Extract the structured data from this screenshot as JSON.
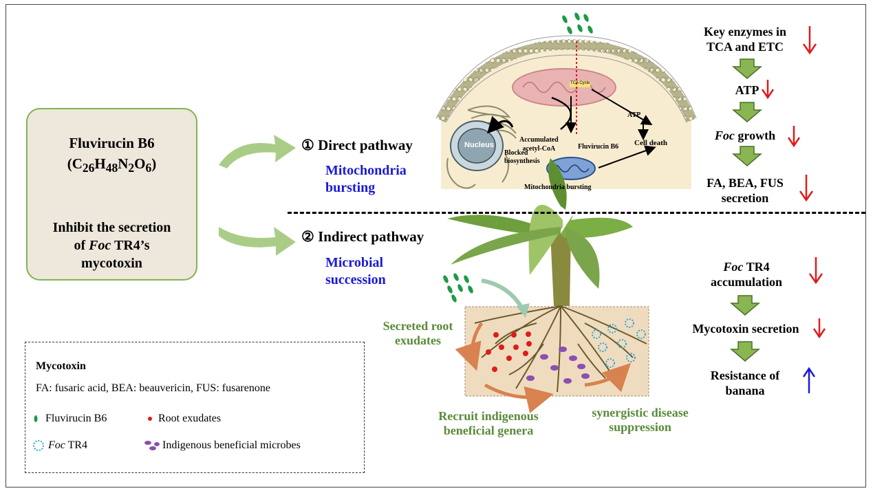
{
  "compound": {
    "name": "Fluvirucin B6",
    "formula_open": "(C",
    "c_sub": "26",
    "h": "H",
    "h_sub": "48",
    "n": "N",
    "n_sub": "2",
    "o": "O",
    "o_sub": "6",
    "formula_close": ")",
    "inhibit_line1": "Inhibit the secretion",
    "inhibit_of": "of ",
    "inhibit_foc": "Foc",
    "inhibit_tr4": " TR4’s",
    "inhibit_line3": "mycotoxin"
  },
  "direct": {
    "title": "① Direct pathway",
    "subtitle_line1": "Mitochondria",
    "subtitle_line2": "bursting",
    "cell_labels": {
      "nucleus": "Nucleus",
      "blocked1": "Blocked",
      "blocked2": "biosynthesis",
      "acc1": "Accumulated",
      "acc2": "acetyl-CoA",
      "fluvirucin": "Fluvirucin B6",
      "atp": "ATP",
      "cell_death": "Cell death",
      "mito_bursting": "Mitochondria bursting",
      "tca": "TCA Cycle"
    }
  },
  "indirect": {
    "title": "② Indirect pathway",
    "subtitle_line1": "Microbial",
    "subtitle_line2": "succession",
    "secreted1": "Secreted root",
    "secreted2": "exudates",
    "recruit1": "Recruit indigenous",
    "recruit2": "beneficial genera",
    "synergy1": "synergistic disease",
    "synergy2": "suppression"
  },
  "right_top": {
    "enz1": "Key enzymes in",
    "enz2": "TCA and ETC",
    "atp": "ATP",
    "foc": "Foc",
    "growth": " growth",
    "fa1": "FA, BEA, FUS",
    "fa2": "secretion"
  },
  "right_bottom": {
    "foc": "Foc",
    "tr4": " TR4",
    "accum": "accumulation",
    "myco": "Mycotoxin secretion",
    "res1": "Resistance of",
    "res2": "banana"
  },
  "legend": {
    "title": "Mycotoxin",
    "abbrev": "FA: fusaric acid, BEA: beauvericin, FUS: fusarenone",
    "fluvirucin": "Fluvirucin B6",
    "root_exudates": "Root exudates",
    "foc": "Foc",
    "tr4": " TR4",
    "microbes": "Indigenous beneficial microbes"
  },
  "colors": {
    "arrow_green": "#8ab651",
    "big_arrow": "#a9cd87",
    "red": "#e01b1b",
    "blue": "#1a1ad6",
    "label_green": "#5a8a3a",
    "box_fill": "#ede7dc",
    "cell_fill": "#f8ecd0",
    "soil_fill": "#efdcbf"
  }
}
